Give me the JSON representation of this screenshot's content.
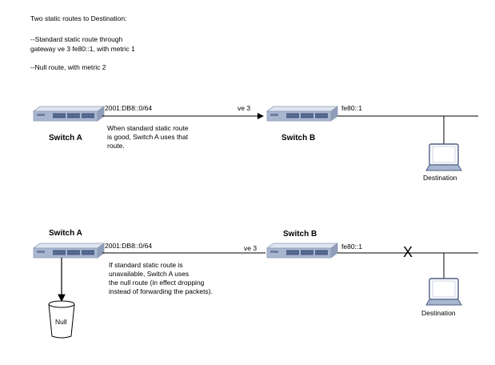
{
  "intro": {
    "title": "Two static routes to Destination:",
    "route1_line1": "--Standard static route through",
    "route1_line2": "gateway ve 3 fe80::1, with metric 1",
    "route2": "--Null route, with metric 2"
  },
  "scenario_good": {
    "switch_a": "Switch A",
    "switch_b": "Switch B",
    "prefix": "2001:DB8::0/64",
    "interface": "ve 3",
    "gateway": "fe80::1",
    "note_line1": "When standard static route",
    "note_line2": "is good, Switch A uses that",
    "note_line3": "route.",
    "destination": "Destination"
  },
  "scenario_fail": {
    "switch_a": "Switch A",
    "switch_b": "Switch B",
    "prefix": "2001:DB8::0/64",
    "interface": "ve 3",
    "gateway": "fe80::1",
    "break_mark": "X",
    "note_line1": "If standard static route is",
    "note_line2": "unavailable, Switch A uses",
    "note_line3": "the null route (in effect dropping",
    "note_line4": "instead of forwarding the packets).",
    "null_label": "Null",
    "destination": "Destination"
  },
  "colors": {
    "switch_body": "#a9b6cf",
    "switch_top": "#dfe5ef",
    "switch_ports": "#4b5f86",
    "line": "#000000"
  }
}
